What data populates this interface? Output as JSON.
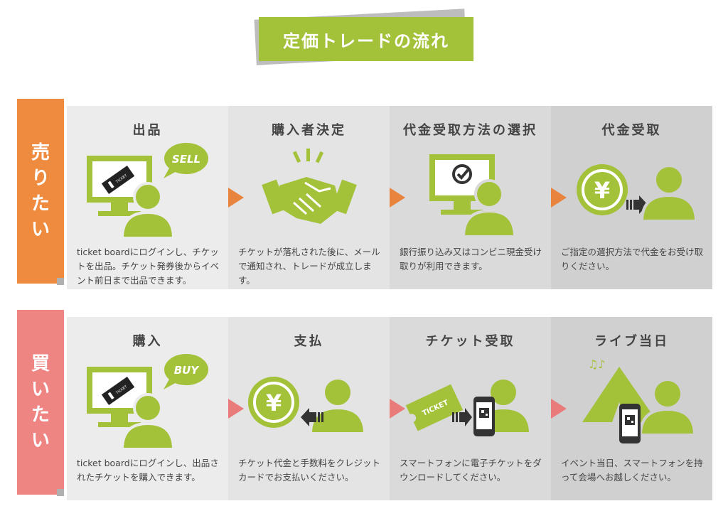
{
  "page_title": "定価トレードの流れ",
  "colors": {
    "accent_green": "#a3c23a",
    "sell_orange": "#ef8b3f",
    "buy_pink": "#ee8583"
  },
  "sell": {
    "label_lines": [
      "売",
      "り",
      "た",
      "い"
    ],
    "steps": [
      {
        "title": "出品",
        "bubble": "SELL",
        "ticket": "TICKET",
        "desc": "ticket boardにログインし、チケットを出品。チケット発券後からイベント前日まで出品できます。"
      },
      {
        "title": "購入者決定",
        "desc": "チケットが落札された後に、メールで通知され、トレードが成立します。"
      },
      {
        "title": "代金受取方法の選択",
        "desc": "銀行振り込み又はコンビニ現金受け取りが利用できます。"
      },
      {
        "title": "代金受取",
        "yen": "¥",
        "desc": "ご指定の選択方法で代金をお受け取りください。"
      }
    ]
  },
  "buy": {
    "label_lines": [
      "買",
      "い",
      "た",
      "い"
    ],
    "steps": [
      {
        "title": "購入",
        "bubble": "BUY",
        "ticket": "TICKET",
        "desc": "ticket boardにログインし、出品されたチケットを購入できます。"
      },
      {
        "title": "支払",
        "yen": "¥",
        "desc": "チケット代金と手数料をクレジットカードでお支払いください。"
      },
      {
        "title": "チケット受取",
        "ticket": "TICKET",
        "desc": "スマートフォンに電子チケットをダウンロードしてください。"
      },
      {
        "title": "ライブ当日",
        "music": "♫♪",
        "desc": "イベント当日、スマートフォンを持って会場へお越しください。"
      }
    ]
  }
}
